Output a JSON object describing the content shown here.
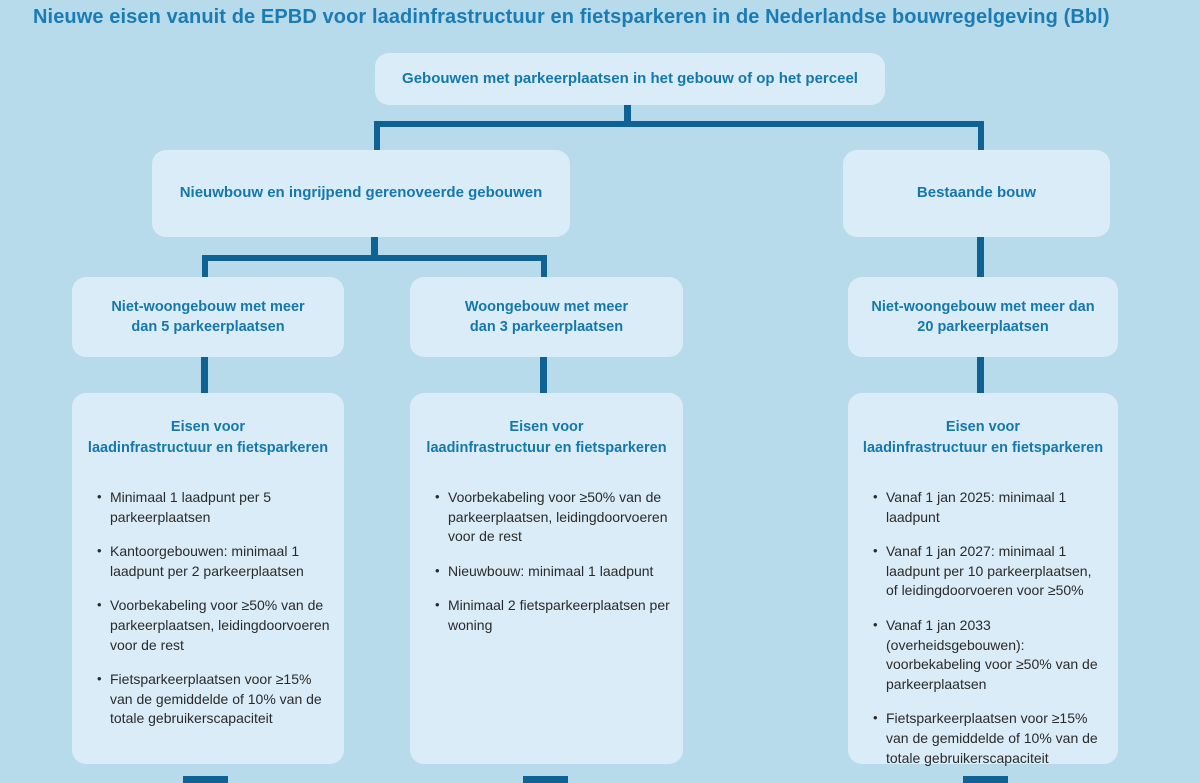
{
  "title": "Nieuwe eisen vanuit de EPBD voor laadinfrastructuur en fietsparkeren in de Nederlandse bouwregelgeving (Bbl)",
  "colors": {
    "background": "#b7dbeb",
    "box_fill": "#daecf7",
    "connector": "#0f6394",
    "heading_text": "#1478af",
    "title_text": "#1b7cb5",
    "body_text": "#2a2a2a"
  },
  "boxes": {
    "root": {
      "label": "Gebouwen met parkeerplaatsen in het gebouw of op het perceel"
    },
    "level2": [
      {
        "label": "Nieuwbouw en ingrijpend gerenoveerde gebouwen"
      },
      {
        "label": "Bestaande bouw"
      }
    ],
    "level3": [
      {
        "line1": "Niet-woongebouw met meer",
        "line2": "dan 5 parkeerplaatsen"
      },
      {
        "line1": "Woongebouw met meer",
        "line2": "dan 3 parkeerplaatsen"
      },
      {
        "line1": "Niet-woongebouw met meer dan",
        "line2": "20 parkeerplaatsen"
      }
    ]
  },
  "details": [
    {
      "heading_line1": "Eisen voor",
      "heading_line2": "laadinfrastructuur en fietsparkeren",
      "bullets": [
        "Minimaal 1 laadpunt per 5 parkeerplaatsen",
        "Kantoorgebouwen: minimaal 1 laadpunt per 2 parkeerplaatsen",
        "Voorbekabeling voor ≥50% van de parkeerplaatsen, leiding­doorvoeren voor de rest",
        "Fietsparkeerplaatsen voor ≥15% van de gemiddelde of 10% van de totale gebruikerscapaciteit"
      ]
    },
    {
      "heading_line1": "Eisen voor",
      "heading_line2": "laadinfrastructuur en fietsparkeren",
      "bullets": [
        "Voorbekabeling voor ≥50% van de parkeerplaatsen, leidingdoorvoeren voor de rest",
        "Nieuwbouw: minimaal 1 laadpunt",
        "Minimaal 2 fietsparkeerplaatsen per woning"
      ]
    },
    {
      "heading_line1": "Eisen voor",
      "heading_line2": "laadinfrastructuur en fietsparkeren",
      "bullets": [
        "Vanaf 1 jan 2025: minimaal 1 laadpunt",
        "Vanaf 1 jan 2027: minimaal 1 laadpunt per 10 parkeerplaatsen, of leidingdoorvoeren voor ≥50%",
        "Vanaf 1 jan 2033 (overheidsgebouwen): voorbekabeling voor ≥50% van de parkeerplaatsen",
        "Fietsparkeerplaatsen voor ≥15% van de gemiddelde of 10% van de totale gebruikerscapaciteit"
      ]
    }
  ]
}
